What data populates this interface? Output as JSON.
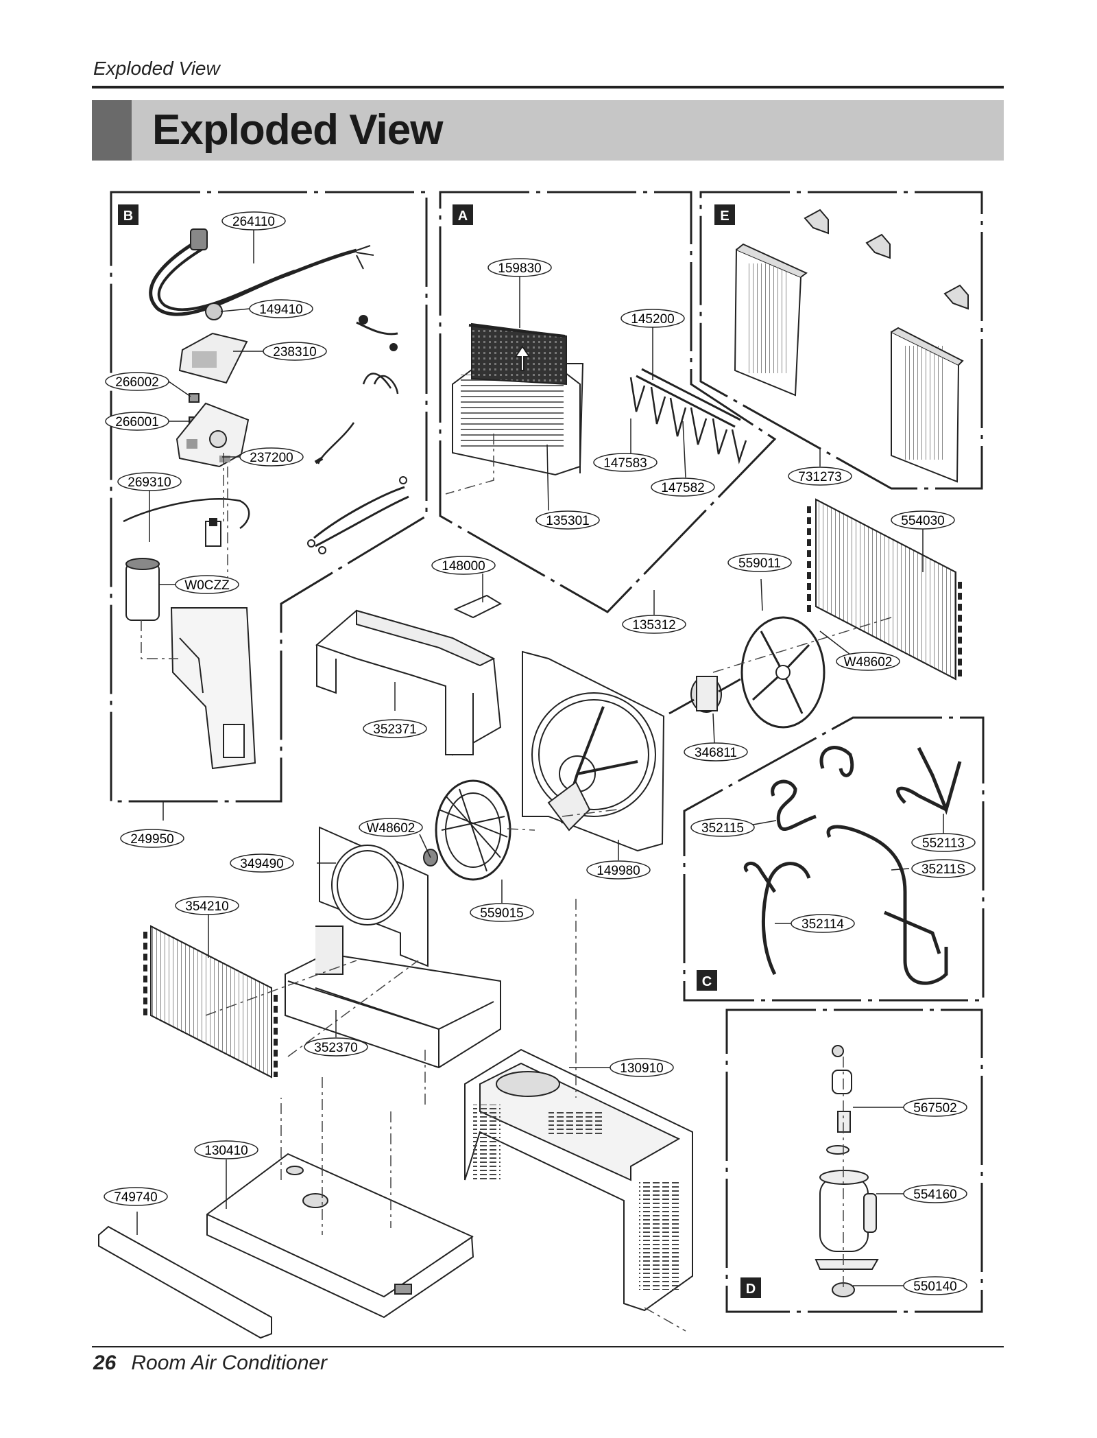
{
  "header": {
    "running_title": "Exploded View",
    "title": "Exploded View"
  },
  "footer": {
    "page_number": "26",
    "text": "Room Air Conditioner"
  },
  "colors": {
    "banner": "#c6c6c6",
    "banner_tab": "#6a6a6a",
    "line": "#222222"
  },
  "sections": {
    "A": "A",
    "B": "B",
    "C": "C",
    "D": "D",
    "E": "E"
  },
  "parts": {
    "p264110": "264110",
    "p149410": "149410",
    "p238310": "238310",
    "p266002": "266002",
    "p266001": "266001",
    "p237200": "237200",
    "p269310": "269310",
    "pW0CZZ": "W0CZZ",
    "p249950": "249950",
    "p159830": "159830",
    "p145200": "145200",
    "p147583": "147583",
    "p147582": "147582",
    "p135301": "135301",
    "p731273": "731273",
    "p554030": "554030",
    "p148000": "148000",
    "p559011": "559011",
    "p135312": "135312",
    "pW48602a": "W48602",
    "p352371": "352371",
    "p346811": "346811",
    "p352115": "352115",
    "p552113": "552113",
    "p35211S": "35211S",
    "p352114": "352114",
    "pW48602b": "W48602",
    "p349490": "349490",
    "p149980": "149980",
    "p559015": "559015",
    "p354210": "354210",
    "p352370": "352370",
    "p130910": "130910",
    "p567502": "567502",
    "p130410": "130410",
    "p749740": "749740",
    "p554160": "554160",
    "p550140": "550140"
  }
}
